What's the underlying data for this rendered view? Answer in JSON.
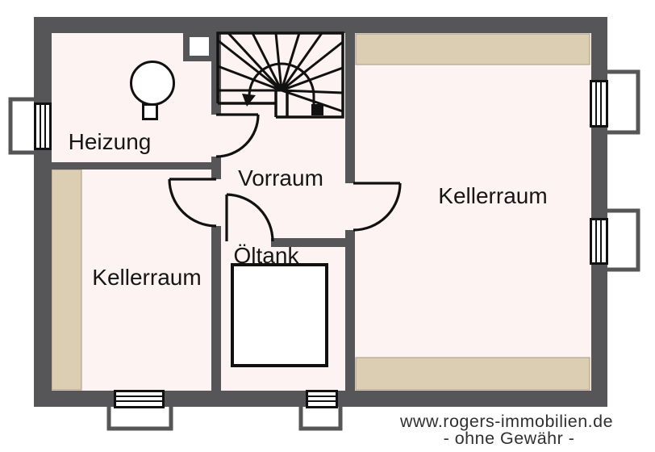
{
  "plan": {
    "rooms": [
      {
        "name": "heizung",
        "label": "Heizung"
      },
      {
        "name": "vorraum",
        "label": "Vorraum"
      },
      {
        "name": "kellerraum_right",
        "label": "Kellerraum"
      },
      {
        "name": "kellerraum_left",
        "label": "Kellerraum"
      },
      {
        "name": "oeltank",
        "label": "Öltank"
      }
    ],
    "features": {
      "staircase": "winder-staircase-with-down-arrow-and-entry-marker",
      "boiler": "boiler-symbol-circle-with-base",
      "oil_tank": "oil-tank-square-outline",
      "chimney": "chimney-shaft-opening"
    },
    "colors": {
      "wall": "#565658",
      "room_fill": "#fdf3f3",
      "storage_band": "#dbceb3",
      "plan_line": "#111111",
      "background": "#ffffff",
      "watermark_text": "#303030"
    }
  },
  "watermark": {
    "line1": "www.rogers-immobilien.de",
    "line2": "- ohne Gewähr -"
  }
}
